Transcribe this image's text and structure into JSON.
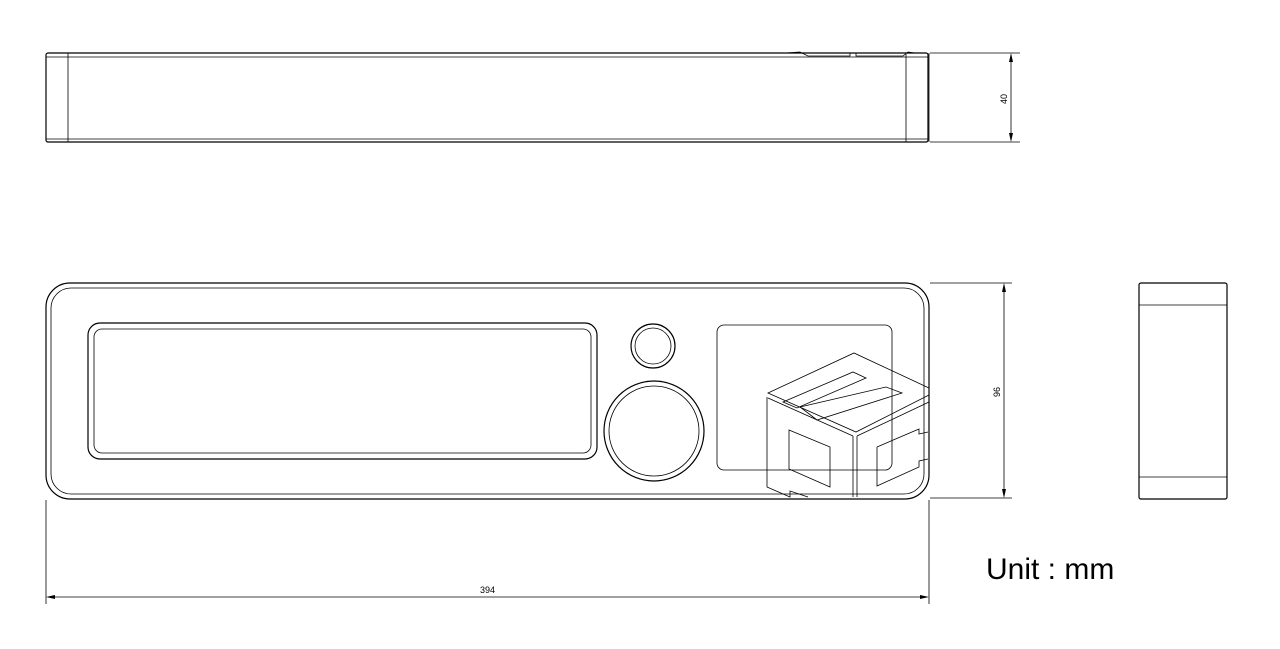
{
  "drawing": {
    "views": [
      "top-view",
      "front-view",
      "side-view"
    ],
    "dimensions": {
      "height": "40",
      "depth": "96",
      "width": "394"
    },
    "unit_label": "Unit : mm",
    "line_color": "#000000",
    "background": "#ffffff"
  }
}
